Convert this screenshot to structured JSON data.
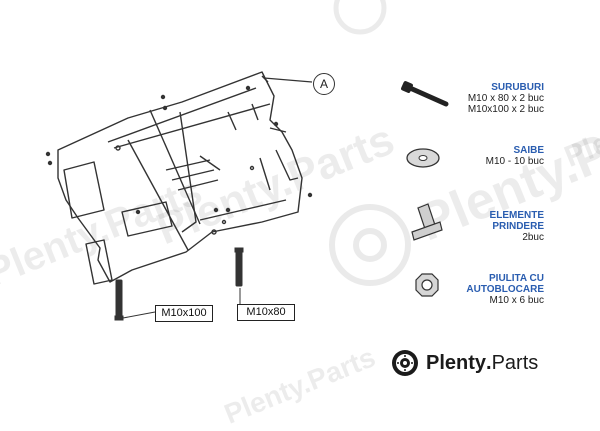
{
  "watermark": {
    "text": "Plenty.Parts",
    "icon": "brake-disc-icon"
  },
  "callout": {
    "letter": "A"
  },
  "bolt_labels": {
    "left": "M10x100",
    "right": "M10x80"
  },
  "legend": [
    {
      "title": "SURUBURI",
      "specs": [
        "M10 x 80 x 2 buc",
        "M10x100  x 2 buc"
      ],
      "icon": "bolt-icon"
    },
    {
      "title": "SAIBE",
      "specs": [
        "M10  - 10 buc"
      ],
      "icon": "washer-icon"
    },
    {
      "title": "ELEMENTE PRINDERE",
      "specs": [
        "2buc"
      ],
      "icon": "fastening-bracket-icon"
    },
    {
      "title": "PIULITA CU AUTOBLOCARE",
      "specs": [
        "M10 x 6 buc"
      ],
      "icon": "locking-nut-icon"
    }
  ],
  "brand": {
    "name": "Plenty",
    "separator": ".",
    "tld": "Parts"
  },
  "colors": {
    "legend_title": "#2a5db0",
    "line": "#333333",
    "watermark": "#000000"
  }
}
